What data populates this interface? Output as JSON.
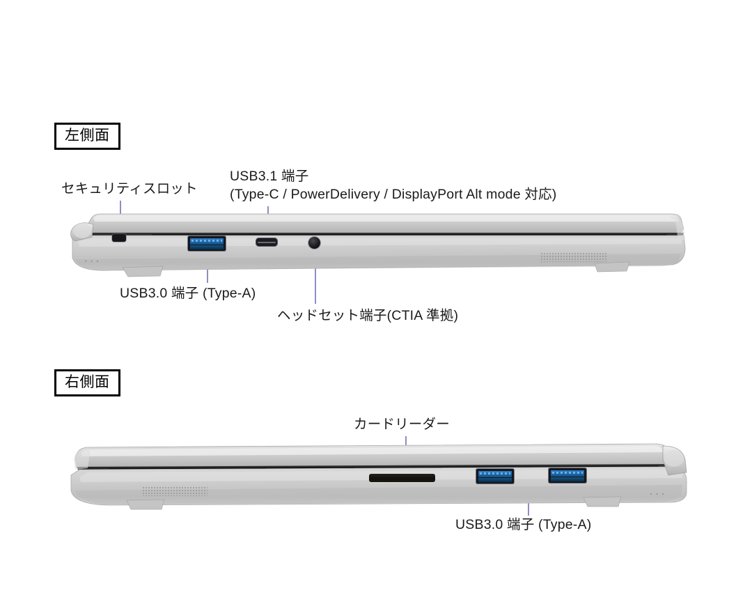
{
  "page": {
    "background_color": "#ffffff",
    "leader_line_color": "#8d8dc4",
    "bracket_color": "#9a9ad2",
    "chassis_color": "#c9c9c9"
  },
  "sections": [
    {
      "id": "left-side",
      "title": "左側面",
      "labels": [
        {
          "id": "security-slot",
          "text": "セキュリティスロット"
        },
        {
          "id": "usb31-line1",
          "text": "USB3.1 端子"
        },
        {
          "id": "usb31-line2",
          "text": "(Type-C / PowerDelivery / DisplayPort Alt mode 対応)"
        },
        {
          "id": "usb30-type-a",
          "text": "USB3.0 端子 (Type-A)"
        },
        {
          "id": "headset-jack",
          "text": "ヘッドセット端子(CTIA 準拠)"
        }
      ],
      "ports": [
        {
          "id": "security-slot-port",
          "kind": "lock-slot"
        },
        {
          "id": "usb-a-port",
          "kind": "usb-a"
        },
        {
          "id": "usb-c-port",
          "kind": "usb-c"
        },
        {
          "id": "headset-port",
          "kind": "jack"
        }
      ]
    },
    {
      "id": "right-side",
      "title": "右側面",
      "labels": [
        {
          "id": "card-reader",
          "text": "カードリーダー"
        },
        {
          "id": "usb30-type-a-right",
          "text": "USB3.0 端子 (Type-A)"
        }
      ],
      "ports": [
        {
          "id": "card-reader-port",
          "kind": "card-slot"
        },
        {
          "id": "usb-a-port-1",
          "kind": "usb-a"
        },
        {
          "id": "usb-a-port-2",
          "kind": "usb-a"
        }
      ]
    }
  ],
  "icons": {
    "status_dots": "▪ ▪ ▪"
  }
}
